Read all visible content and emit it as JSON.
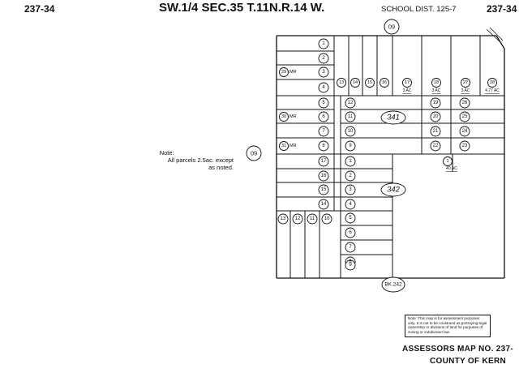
{
  "header": {
    "map_number_left": "237-34",
    "title": "SW.1/4 SEC.35 T.11N.R.14 W.",
    "school_district": "SCHOOL DIST. 125-7",
    "map_number_right": "237-34"
  },
  "note_left": {
    "line1": "Note:",
    "line2": "All parcels 2.5ac. except",
    "line3": "as noted."
  },
  "road_labels": {
    "top": "09",
    "west": "09",
    "bottom": "BK.242"
  },
  "blocks": {
    "upper": "341",
    "lower": "342"
  },
  "upper_block": {
    "west_column": [
      "1",
      "2",
      "3",
      "4",
      "5",
      "6",
      "7",
      "8"
    ],
    "west_labels": {
      "r3": "29 MR",
      "r6": "30 MR",
      "r8": "31 MR"
    },
    "narrow_lots": [
      "13",
      "14",
      "15",
      "16"
    ],
    "north_lots": [
      {
        "num": "17",
        "acres": "3 AC"
      },
      {
        "num": "18",
        "acres": "3 AC"
      },
      {
        "num": "27",
        "acres": "3 AC"
      },
      {
        "num": "28",
        "acres": "4.77 AC"
      }
    ],
    "center_column": [
      "12",
      "11",
      "10",
      "9"
    ],
    "east_col_a": [
      "19",
      "20",
      "21",
      "22"
    ],
    "east_col_b": [
      "26",
      "25",
      "24",
      "23"
    ]
  },
  "lower_block": {
    "west_column": [
      "17",
      "16",
      "15",
      "14"
    ],
    "center_column": [
      "1",
      "2",
      "3",
      "4",
      "5",
      "6",
      "7",
      "8",
      "9"
    ],
    "bottom_lots": [
      "13",
      "12",
      "11",
      "10"
    ],
    "east_parcel": {
      "num": "1",
      "acres": "40 AC"
    }
  },
  "disclaimer": "Note: This map is for assessment purposes only. It is not to be construed as portraying legal ownership or divisions of land for purposes of zoning or subdivision law.",
  "footer": {
    "line1": "ASSESSORS MAP NO. 237-",
    "line2": "COUNTY OF KERN"
  }
}
